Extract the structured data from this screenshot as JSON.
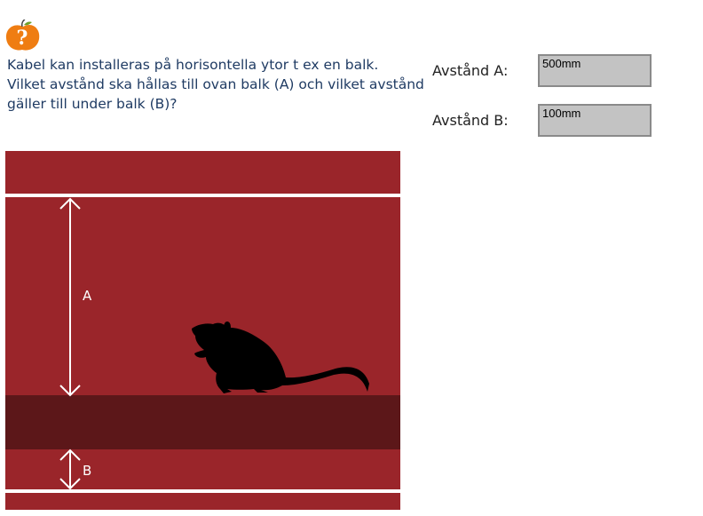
{
  "question": {
    "icon": "question-apple-icon",
    "lines": [
      "Kabel kan installeras på horisontella ytor t ex en balk.",
      "Vilket avstånd ska hållas till ovan balk (A) och vilket avstånd",
      "gäller till under balk (B)?"
    ]
  },
  "form": {
    "a_label": "Avstånd A:",
    "a_value": "500mm",
    "b_label": "Avstånd B:",
    "b_value": "100mm"
  },
  "diagram": {
    "label_a": "A",
    "label_b": "B",
    "colors": {
      "wall": "#9a252a",
      "beam": "#5c1719",
      "line": "#ffffff",
      "rat": "#000000"
    },
    "rat_icon": "rat-silhouette-icon"
  }
}
